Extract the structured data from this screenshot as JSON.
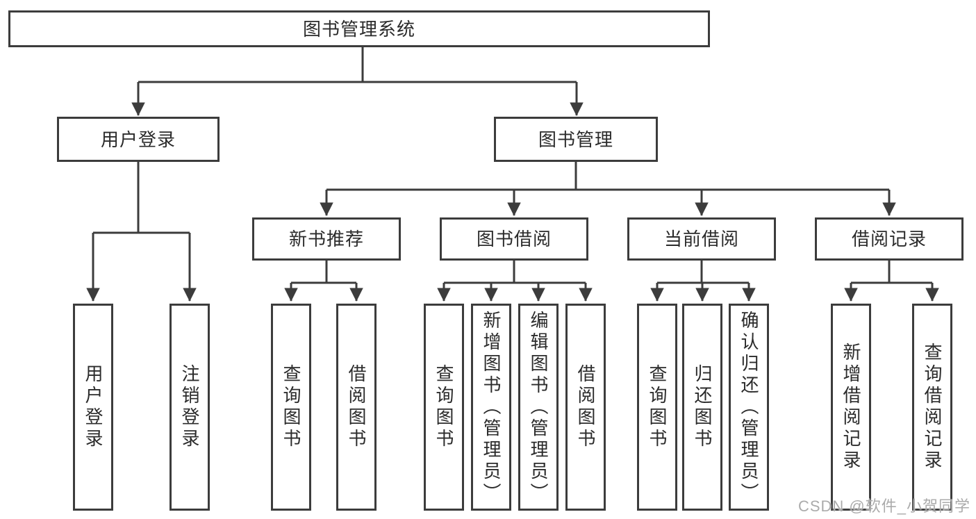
{
  "title": "图书管理系统",
  "level2": [
    "用户登录",
    "图书管理"
  ],
  "level3": [
    "新书推荐",
    "图书借阅",
    "当前借阅",
    "借阅记录"
  ],
  "leaves_login": [
    "用户登录",
    "注销登录"
  ],
  "leaves_newbook": [
    "查询图书",
    "借阅图书"
  ],
  "leaves_borrow": [
    "查询图书",
    "新增图书（管理员）",
    "编辑图书（管理员）",
    "借阅图书"
  ],
  "leaves_current": [
    "查询图书",
    "归还图书",
    "确认归还（管理员）"
  ],
  "leaves_records": [
    "新增借阅记录",
    "查询借阅记录"
  ],
  "watermark": "CSDN @软件_小贺同学",
  "colors": {
    "line": "#3c3c3c",
    "border": "#3c3c3c",
    "text": "#2b2b2b",
    "watermark": "#ababab",
    "background": "#ffffff"
  }
}
